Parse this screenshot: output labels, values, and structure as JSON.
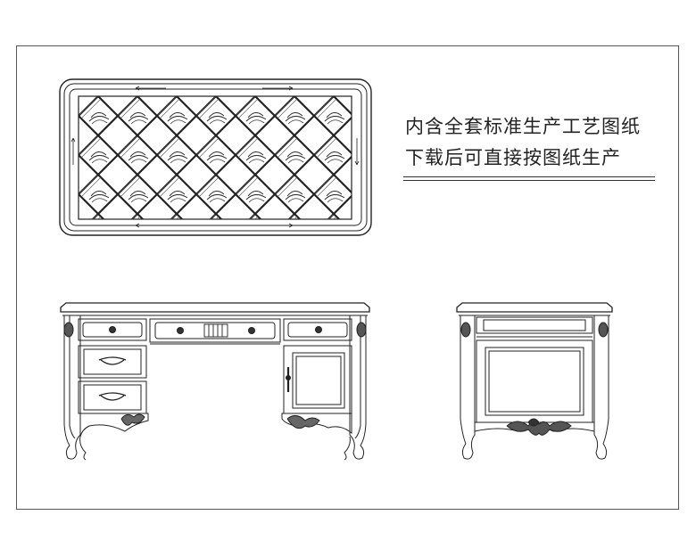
{
  "caption": {
    "line1": "内含全套标准生产工艺图纸",
    "line2": "下载后可直接按图纸生产"
  },
  "colors": {
    "background": "#ffffff",
    "line": "#222222"
  },
  "views": [
    "top-view",
    "front-view",
    "side-view"
  ],
  "icons": [
    "dimension-arrow-icon",
    "drawer-handle-icon",
    "keyhole-icon",
    "carved-ornament-icon"
  ]
}
